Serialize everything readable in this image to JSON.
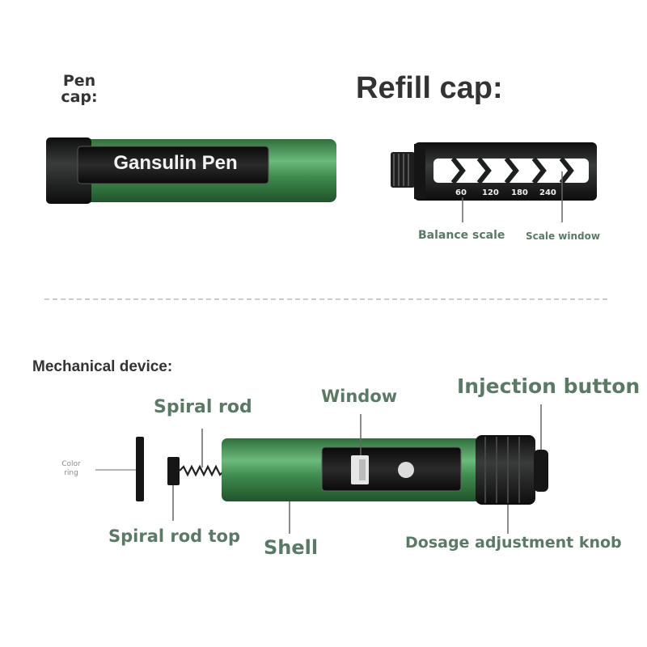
{
  "pen_cap": {
    "heading_line1": "Pen",
    "heading_line2": "cap:",
    "brand_text": "Gansulin Pen"
  },
  "refill_cap": {
    "heading": "Refill cap:",
    "scale_ticks": [
      "60",
      "120",
      "180",
      "240"
    ],
    "balance_scale_label": "Balance scale",
    "scale_window_label": "Scale window"
  },
  "mechanical": {
    "heading": "Mechanical device:",
    "color_ring_line1": "Color",
    "color_ring_line2": "ring",
    "spiral_rod_label": "Spiral rod",
    "spiral_rod_top_label": "Spiral rod top",
    "window_label": "Window",
    "shell_label": "Shell",
    "injection_button_label": "Injection button",
    "dosage_knob_label": "Dosage adjustment knob"
  },
  "colors": {
    "green_body": "#3f8a4e",
    "green_light": "#66b276",
    "dark_body": "#1d1f1e",
    "label_green": "#5a7a66",
    "heading_dark": "#333333"
  }
}
